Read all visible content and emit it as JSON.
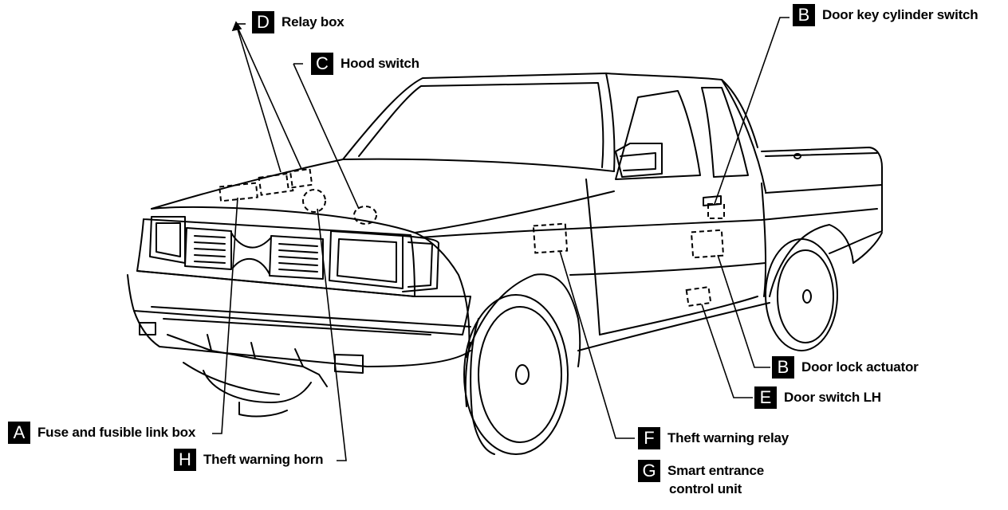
{
  "callouts": {
    "relay_box": {
      "letter": "D",
      "text": "Relay box"
    },
    "hood_switch": {
      "letter": "C",
      "text": "Hood switch"
    },
    "door_key_cylinder_switch": {
      "letter": "B",
      "text": "Door key cylinder switch"
    },
    "door_lock_actuator": {
      "letter": "B",
      "text": "Door lock actuator"
    },
    "door_switch_lh": {
      "letter": "E",
      "text": "Door switch LH"
    },
    "fuse_box": {
      "letter": "A",
      "text": "Fuse and fusible link box"
    },
    "theft_warning_horn": {
      "letter": "H",
      "text": "Theft warning horn"
    },
    "theft_warning_relay": {
      "letter": "F",
      "text": "Theft warning relay"
    },
    "smart_entrance": {
      "letter": "G",
      "text_line1": "Smart entrance",
      "text_line2": "control unit"
    }
  }
}
